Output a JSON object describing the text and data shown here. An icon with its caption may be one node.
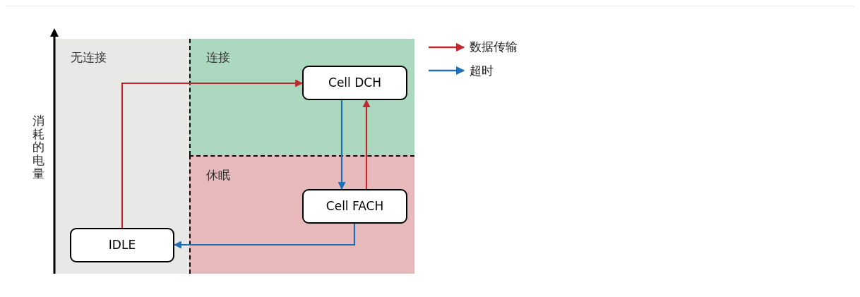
{
  "diagram": {
    "nodes": [
      {
        "text": [
          "无连接"
        ]
      },
      {
        "text": [
          "连接"
        ]
      },
      {
        "text": [
          "休眠"
        ]
      },
      {
        "text": [
          "Cell DCH"
        ],
        "in": 1
      },
      {
        "text": [
          "Cell FACH"
        ],
        "in": 2
      },
      {
        "text": [
          "IDLE"
        ],
        "in": 0
      }
    ],
    "edges": [
      {
        "from": 5,
        "to": 3,
        "arrow": "to",
        "color": "#c0282d"
      },
      {
        "from": 3,
        "to": 4,
        "arrow": "to",
        "color": "#1f6fb5"
      },
      {
        "from": 4,
        "to": 3,
        "arrow": "to",
        "color": "#c0282d"
      },
      {
        "from": 4,
        "to": 5,
        "arrow": "to",
        "color": "#1f6fb5"
      }
    ],
    "labels": [
      "消耗的电量"
    ],
    "legend": [
      {
        "text": "数据传输",
        "color": "#c0282d"
      },
      {
        "text": "超时",
        "color": "#1f6fb5"
      }
    ]
  }
}
